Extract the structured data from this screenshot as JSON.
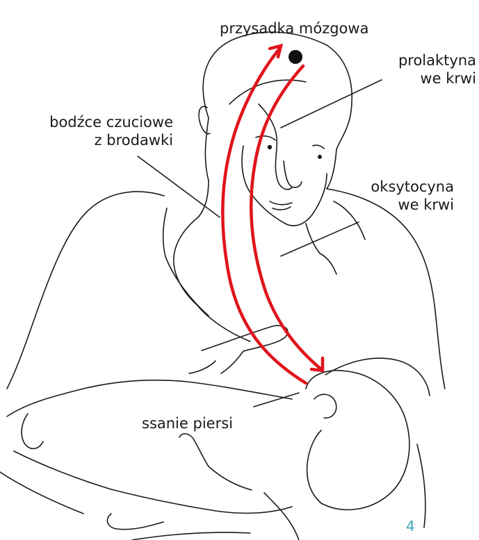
{
  "diagram": {
    "labels": {
      "pituitary": "przysadka mózgowa",
      "prolactin_line1": "prolaktyna",
      "prolactin_line2": "we krwi",
      "stimuli_line1": "bodźce czuciowe",
      "stimuli_line2": "z brodawki",
      "oxytocin_line1": "oksytocyna",
      "oxytocin_line2": "we krwi",
      "suckling": "ssanie piersi"
    },
    "arrow_color": "#e0141b",
    "line_color": "#1a1a1a"
  },
  "page_number": "4",
  "page_number_color": "#3aa6b9"
}
